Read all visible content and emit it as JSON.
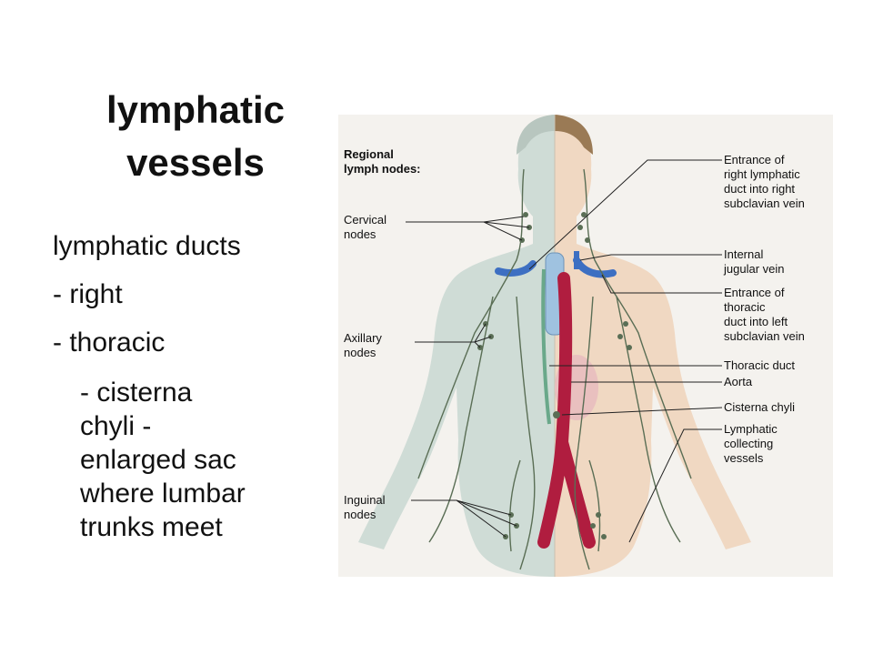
{
  "slide": {
    "title_line1": "lymphatic",
    "title_line2": "vessels",
    "bullets": {
      "heading": "lymphatic ducts",
      "item1": "- right",
      "item2": "- thoracic",
      "detail": [
        "- cisterna",
        "chyli -",
        "enlarged sac",
        "where lumbar",
        "trunks meet"
      ]
    }
  },
  "figure": {
    "left_labels": {
      "regional_1": "Regional",
      "regional_2": "lymph nodes:",
      "cervical_1": "Cervical",
      "cervical_2": "nodes",
      "axillary_1": "Axillary",
      "axillary_2": "nodes",
      "inguinal_1": "Inguinal",
      "inguinal_2": "nodes"
    },
    "right_labels": {
      "entrance_right_1": "Entrance of",
      "entrance_right_2": "right lymphatic",
      "entrance_right_3": "duct into right",
      "entrance_right_4": "subclavian vein",
      "jugular_1": "Internal",
      "jugular_2": "jugular vein",
      "entrance_left_1": "Entrance of",
      "entrance_left_2": "thoracic",
      "entrance_left_3": "duct into left",
      "entrance_left_4": "subclavian vein",
      "thoracic_duct": "Thoracic duct",
      "aorta": "Aorta",
      "cisterna": "Cisterna chyli",
      "collecting_1": "Lymphatic",
      "collecting_2": "collecting",
      "collecting_3": "vessels"
    },
    "colors": {
      "skin_left": "#cfdcd6",
      "skin_right": "#f0d8c2",
      "aorta": "#b01d3f",
      "vein": "#3d6fc2",
      "lymph": "#5a6e55",
      "trachea": "#9fc2e0",
      "hair": "#9a7a55"
    }
  }
}
